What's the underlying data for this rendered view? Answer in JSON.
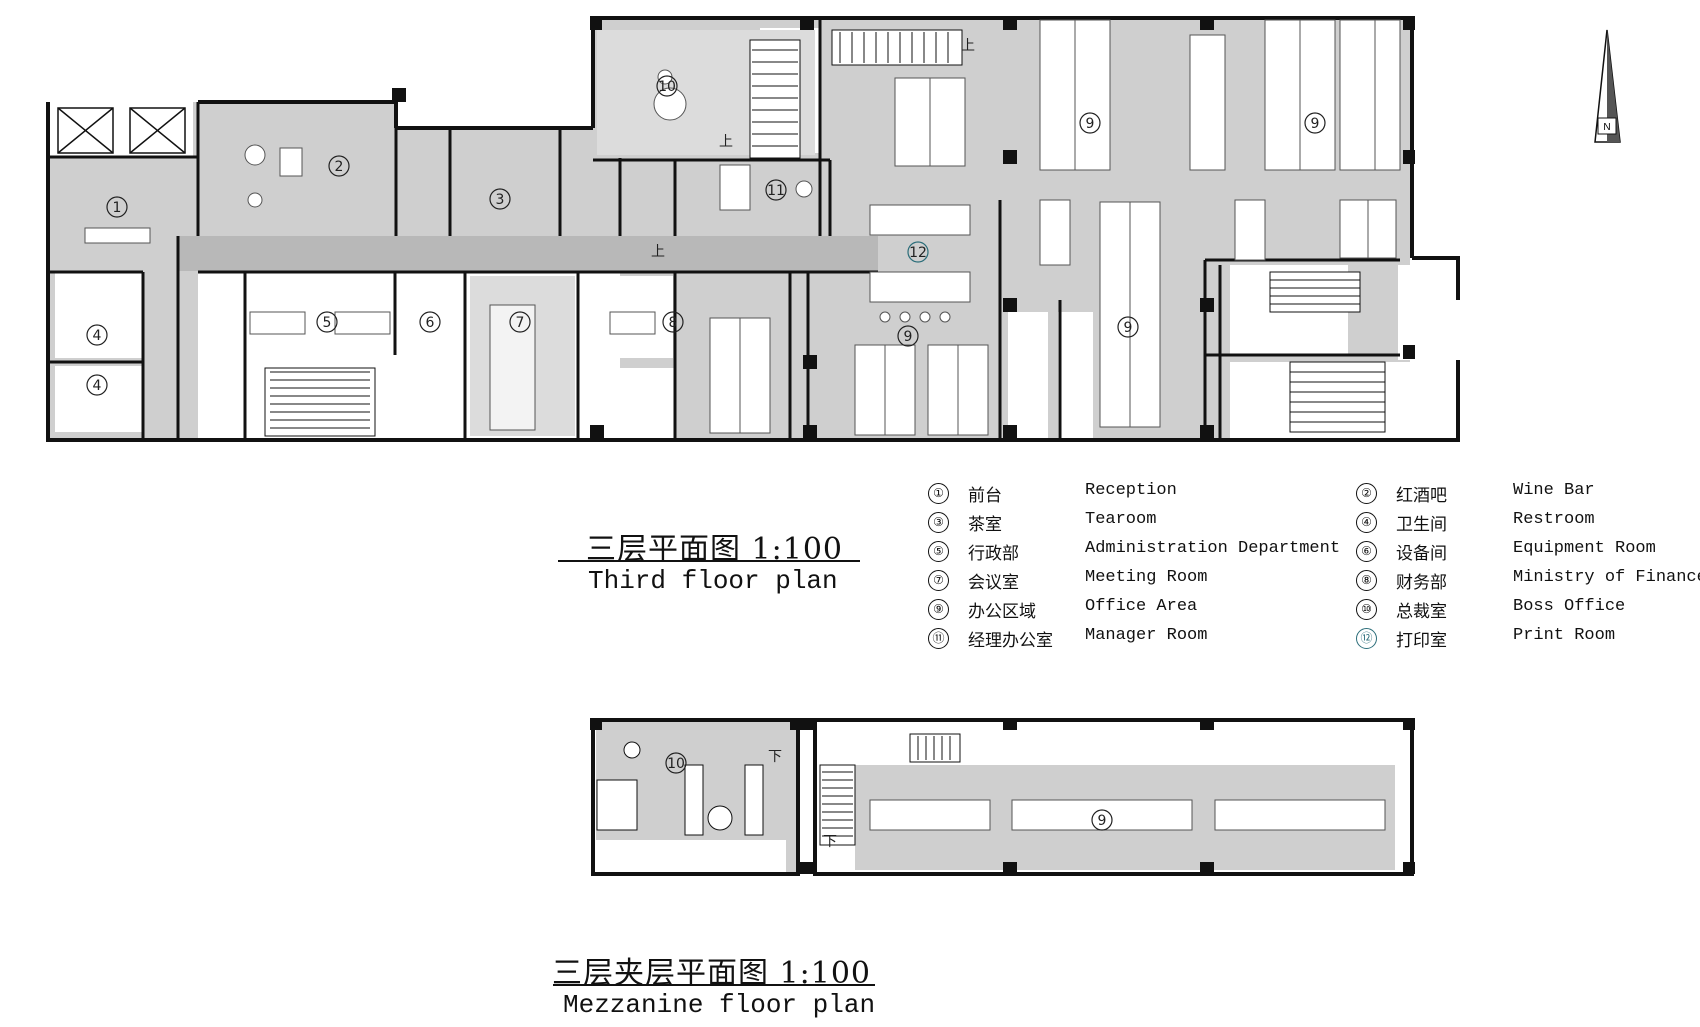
{
  "third_floor": {
    "title_cn": "三层平面图 1:100",
    "title_en": "Third floor plan"
  },
  "mezzanine": {
    "title_cn": "三层夹层平面图 1:100",
    "title_en": "Mezzanine floor plan"
  },
  "north_label": "N",
  "stair_up_label": "上",
  "stair_down_label": "下",
  "legend": [
    {
      "num": "①",
      "cn": "前台",
      "en": "Reception"
    },
    {
      "num": "②",
      "cn": "红酒吧",
      "en": "Wine Bar"
    },
    {
      "num": "③",
      "cn": "茶室",
      "en": "Tearoom"
    },
    {
      "num": "④",
      "cn": "卫生间",
      "en": "Restroom"
    },
    {
      "num": "⑤",
      "cn": "行政部",
      "en": "Administration Department"
    },
    {
      "num": "⑥",
      "cn": "设备间",
      "en": "Equipment Room"
    },
    {
      "num": "⑦",
      "cn": "会议室",
      "en": "Meeting Room"
    },
    {
      "num": "⑧",
      "cn": "财务部",
      "en": "Ministry of Finance"
    },
    {
      "num": "⑨",
      "cn": "办公区域",
      "en": "Office Area"
    },
    {
      "num": "⑩",
      "cn": "总裁室",
      "en": "Boss Office"
    },
    {
      "num": "⑪",
      "cn": "经理办公室",
      "en": "Manager Room"
    },
    {
      "num": "⑫",
      "cn": "打印室",
      "en": "Print Room"
    }
  ],
  "colors": {
    "floor_gray": "#cfcfcf",
    "corridor_gray": "#bdbdbd",
    "wall": "#111111",
    "furniture": "#ffffff",
    "accent_teal": "#2c6e7a"
  }
}
